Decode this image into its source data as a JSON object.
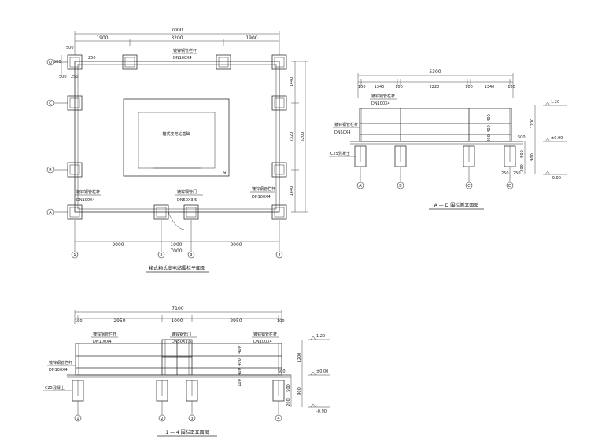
{
  "plan": {
    "overall_width": "7000",
    "top_segments": [
      "1900",
      "3200",
      "1900"
    ],
    "left_small": [
      "500",
      "500",
      "500",
      "250",
      "250"
    ],
    "right_dims": [
      "1440",
      "2320",
      "1440"
    ],
    "right_total": "5200",
    "bottom_segments": [
      "3000",
      "1000",
      "3000"
    ],
    "bottom_total": "7000",
    "inner_label": "箱式变电站基础",
    "callouts": [
      {
        "name": "镀锌钢管栏杆",
        "spec": "DN100X4"
      },
      {
        "name": "镀锌钢管栏杆",
        "spec": "DN100X4"
      },
      {
        "name": "镀锌钢管门",
        "spec": "DN50X3.5"
      },
      {
        "name": "镀锌钢管栏杆",
        "spec": "DN100X4"
      }
    ],
    "axes_left": [
      "D",
      "C",
      "B",
      "A"
    ],
    "axes_bottom": [
      "1",
      "2",
      "3",
      "4"
    ],
    "title": "箱式箱式变电站围栏平面图"
  },
  "side_elev": {
    "total": "5300",
    "segments": [
      "100",
      "1340",
      "100",
      "2220",
      "100",
      "1340",
      "100"
    ],
    "callout_name": "镀锌钢管栏杆",
    "callout_spec1": "DN100X4",
    "callout_spec2": "DN50X4",
    "level_top": "1.20",
    "level_zero": "±0.00",
    "level_bottom": "-0.90",
    "heights": [
      "400",
      "400",
      "400"
    ],
    "right_heights": [
      "1200",
      "900",
      "500",
      "200"
    ],
    "right_height_2": "500",
    "concrete": "C25混凝土",
    "footing_dims": [
      "250",
      "250"
    ],
    "axes": [
      "A",
      "B",
      "C",
      "D"
    ],
    "title": "A — D 围栏侧立面图"
  },
  "front_elev": {
    "total": "7100",
    "segments": [
      "100",
      "2950",
      "1000",
      "2950",
      "100"
    ],
    "callout1_name": "镀锌钢管栏杆",
    "callout1_spec": "DN100X4",
    "callout2_name": "镀锌钢管门",
    "callout2_spec": "DN50X3.5",
    "callout3_name": "镀锌钢管栏杆",
    "callout3_spec": "DN100X4",
    "callout4_name": "镀锌钢管栏杆",
    "callout4_spec": "DN100X4",
    "level_top": "1.20",
    "level_zero": "±0.00",
    "level_bottom": "-0.90",
    "heights": [
      "400",
      "400",
      "400",
      "100"
    ],
    "right_heights": [
      "1200",
      "900",
      "500",
      "200"
    ],
    "footing_dim": "500",
    "concrete": "C25混凝土",
    "axes": [
      "1",
      "2",
      "3",
      "4"
    ],
    "title": "1 — 4 围栏正立面图"
  }
}
